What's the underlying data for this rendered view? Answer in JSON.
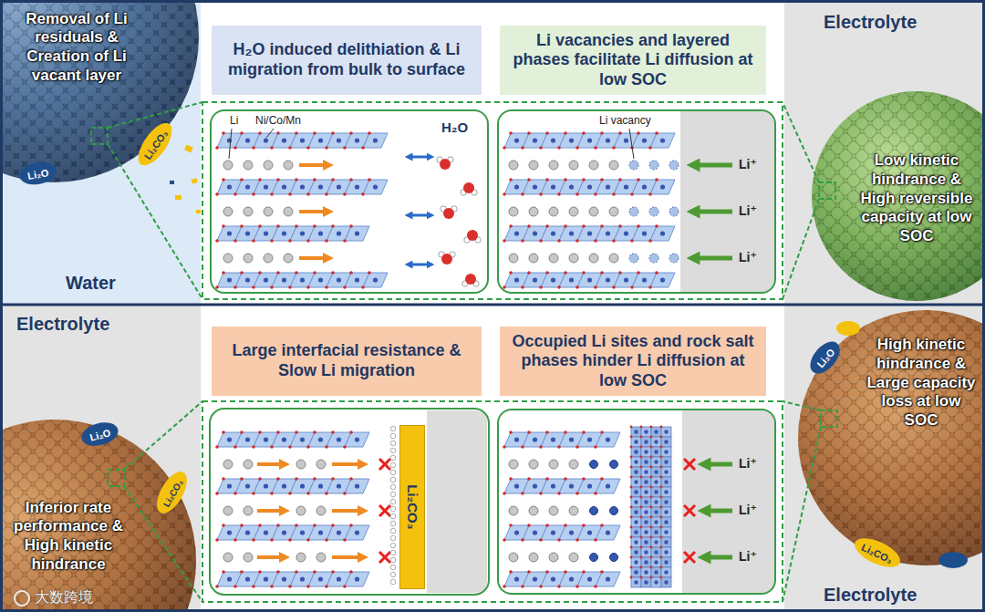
{
  "diagram": {
    "nodes": [
      {
        "text": [
          "Removal of Li residuals & Creation of Li vacant layer"
        ]
      },
      {
        "text": [
          "Li₂CO₃"
        ]
      },
      {
        "text": [
          "Li₂O"
        ]
      },
      {
        "text": [
          "H₂O induced delithiation & Li migration from bulk to surface"
        ]
      },
      {
        "text": [
          "Li vacancies and layered phases facilitate Li diffusion at low SOC"
        ]
      },
      {
        "text": [
          "Li",
          "Ni/Co/Mn",
          "H₂O"
        ]
      },
      {
        "text": [
          "Li vacancy",
          "Li⁺",
          "Li⁺",
          "Li⁺"
        ]
      },
      {
        "text": [
          "Low kinetic hindrance & High reversible capacity at low SOC"
        ]
      },
      {
        "text": [
          "Inferior rate performance & High kinetic hindrance"
        ]
      },
      {
        "text": [
          "Li₂O"
        ]
      },
      {
        "text": [
          "Li₂CO₃"
        ]
      },
      {
        "text": [
          "Large interfacial resistance & Slow Li migration"
        ]
      },
      {
        "text": [
          "Occupied Li sites and rock salt phases hinder Li diffusion at low SOC"
        ]
      },
      {
        "text": [
          "Li₂CO₃"
        ]
      },
      {
        "text": [
          "Li⁺",
          "Li⁺",
          "Li⁺"
        ]
      },
      {
        "text": [
          "High kinetic hindrance & Large capacity loss at low SOC"
        ]
      },
      {
        "text": [
          "Li₂O"
        ]
      },
      {
        "text": [
          "Li₂CO₃"
        ]
      }
    ],
    "labels": [
      "Electrolyte",
      "Water",
      "Electrolyte",
      "Electrolyte",
      "大数跨境"
    ]
  }
}
